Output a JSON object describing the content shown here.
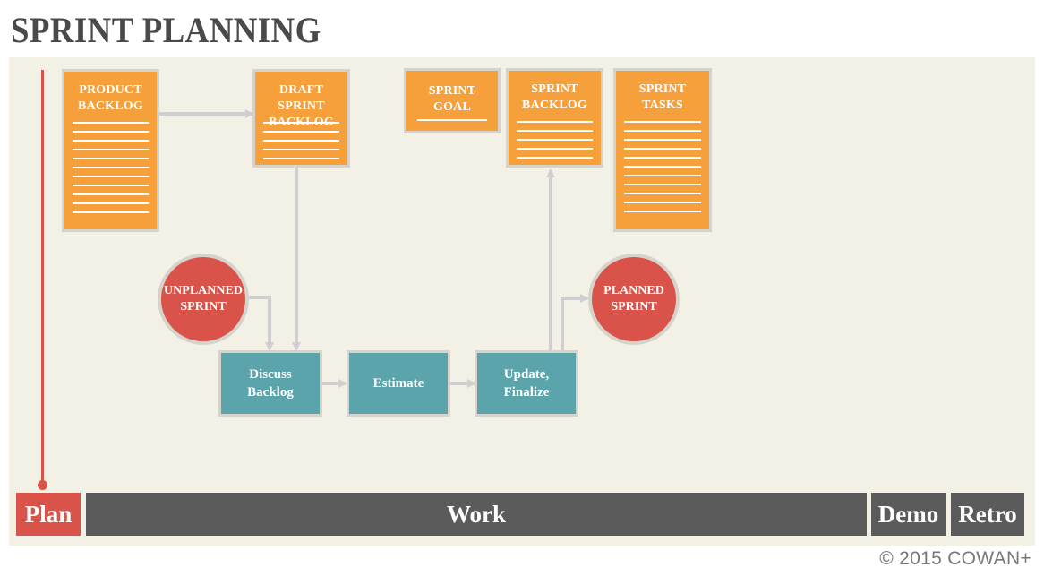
{
  "title": "SPRINT PLANNING",
  "artifacts": {
    "product_backlog": "PRODUCT\nBACKLOG",
    "draft_sprint_backlog": "DRAFT SPRINT\nBACKLOG",
    "sprint_goal": "SPRINT\nGOAL",
    "sprint_backlog": "SPRINT\nBACKLOG",
    "sprint_tasks": "SPRINT\nTASKS"
  },
  "states": {
    "unplanned": "UNPLANNED\nSPRINT",
    "planned": "PLANNED\nSPRINT"
  },
  "steps": {
    "discuss": "Discuss\nBacklog",
    "estimate": "Estimate",
    "update": "Update,\nFinalize"
  },
  "phases": {
    "plan": "Plan",
    "work": "Work",
    "demo": "Demo",
    "retro": "Retro"
  },
  "copyright": "© 2015 COWAN+",
  "colors": {
    "orange": "#f5a03a",
    "red": "#d9534a",
    "teal": "#5ba4ab",
    "dark_gray": "#5b5b5b",
    "connector": "#cfcfd2",
    "panel": "#f3f1e6"
  }
}
